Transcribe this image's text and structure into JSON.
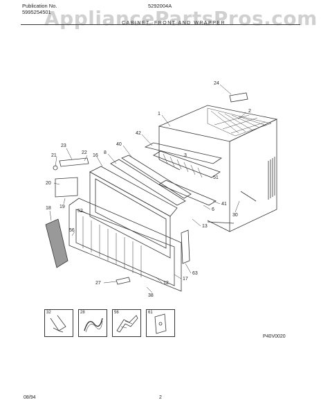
{
  "header": {
    "publication_label": "Publication No.",
    "publication_number": "5995254501",
    "model": "5292004A",
    "watermark": "AppliancePartsPros.com",
    "section_title": "CABINET, FRONT AND WRAPPER"
  },
  "callouts": [
    "24",
    "1",
    "2",
    "42",
    "40",
    "8",
    "16",
    "23",
    "22",
    "21",
    "20",
    "19",
    "18",
    "52",
    "56",
    "3",
    "51",
    "41",
    "6",
    "13",
    "30",
    "63",
    "17",
    "12",
    "27",
    "38"
  ],
  "detail_boxes": [
    "32",
    "28",
    "56",
    "61"
  ],
  "drawing_code": "P40V0020",
  "footer": {
    "date": "08/94",
    "page": "2"
  }
}
